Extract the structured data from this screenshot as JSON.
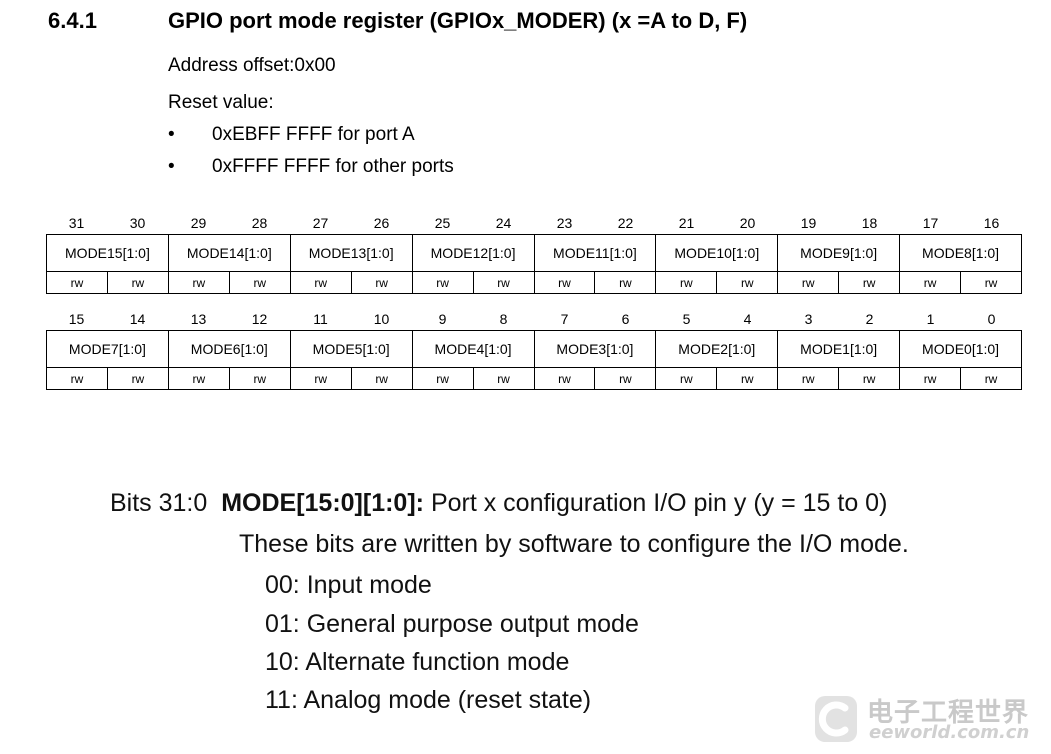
{
  "section": {
    "number": "6.4.1",
    "title": "GPIO port mode register (GPIOx_MODER) (x =A to D, F)"
  },
  "address_offset": "Address offset:0x00",
  "reset_value": {
    "label": "Reset value:",
    "bullets": [
      "0xEBFF FFFF for port A",
      "0xFFFF FFFF for other ports"
    ]
  },
  "register": {
    "upper_bits": [
      "31",
      "30",
      "29",
      "28",
      "27",
      "26",
      "25",
      "24",
      "23",
      "22",
      "21",
      "20",
      "19",
      "18",
      "17",
      "16"
    ],
    "upper_fields": [
      "MODE15[1:0]",
      "MODE14[1:0]",
      "MODE13[1:0]",
      "MODE12[1:0]",
      "MODE11[1:0]",
      "MODE10[1:0]",
      "MODE9[1:0]",
      "MODE8[1:0]"
    ],
    "lower_bits": [
      "15",
      "14",
      "13",
      "12",
      "11",
      "10",
      "9",
      "8",
      "7",
      "6",
      "5",
      "4",
      "3",
      "2",
      "1",
      "0"
    ],
    "lower_fields": [
      "MODE7[1:0]",
      "MODE6[1:0]",
      "MODE5[1:0]",
      "MODE4[1:0]",
      "MODE3[1:0]",
      "MODE2[1:0]",
      "MODE1[1:0]",
      "MODE0[1:0]"
    ],
    "access": "rw"
  },
  "description": {
    "bits": "Bits 31:0",
    "field": "MODE[15:0][1:0]:",
    "summary": "Port x configuration I/O pin y (y = 15 to 0)",
    "line2": "These bits are written by software to configure the I/O mode.",
    "modes": [
      "00: Input mode",
      "01: General purpose output mode",
      "10: Alternate function mode",
      "11: Analog mode (reset state)"
    ]
  },
  "watermark": {
    "chinese": "电子工程世界",
    "site": "eeworld.com.cn"
  }
}
